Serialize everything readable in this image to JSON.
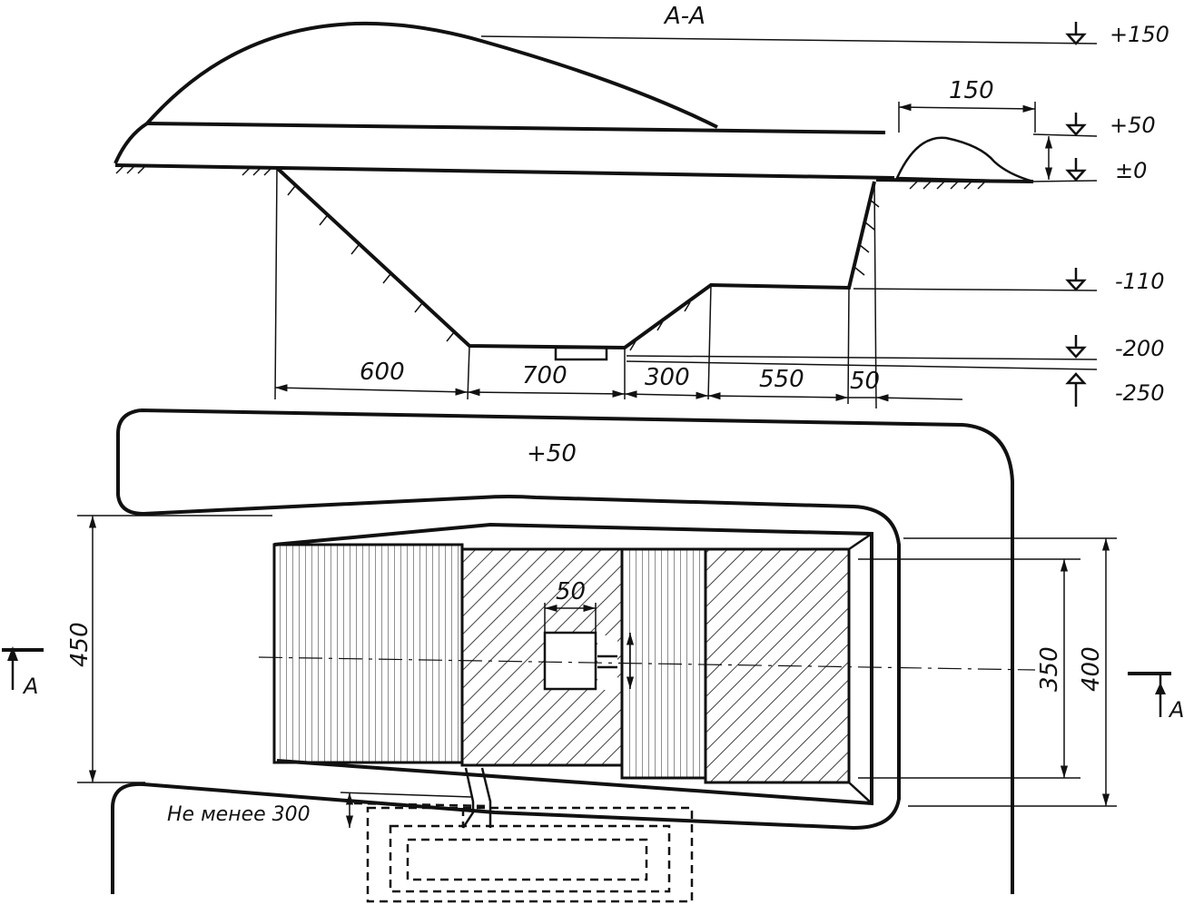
{
  "section": {
    "title": "А-А",
    "elevations": {
      "e150": "+150",
      "e50": "+50",
      "e0": "±0",
      "em110": "-110",
      "em200": "-200",
      "em250": "-250"
    },
    "dims": {
      "d150": "150",
      "d600": "600",
      "d700": "700",
      "d300": "300",
      "d550": "550",
      "d50": "50"
    }
  },
  "plan": {
    "platform_level": "+50",
    "dims": {
      "d450": "450",
      "d350": "350",
      "d400": "400",
      "d50": "50"
    },
    "note": "Не менее 300",
    "cut_marks": {
      "left": "А",
      "right": "А"
    }
  }
}
